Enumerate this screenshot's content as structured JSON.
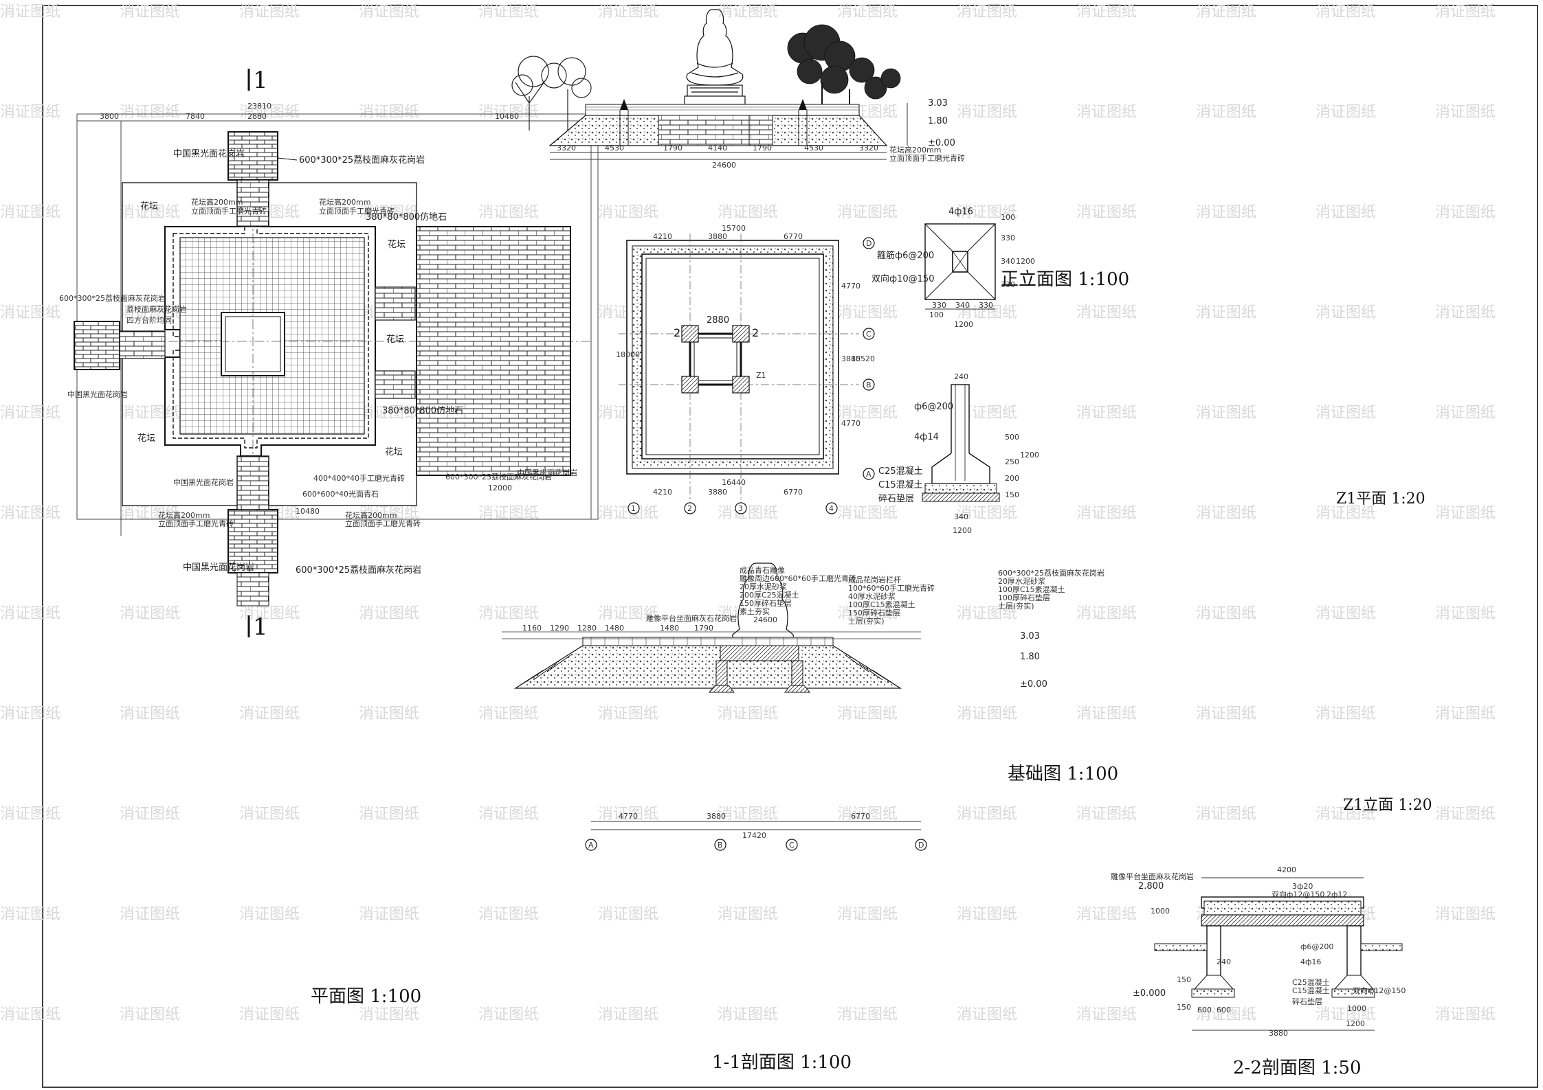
{
  "titles": {
    "plan": "平面图 1:100",
    "front_elevation": "正立面图 1:100",
    "foundation": "基础图 1:100",
    "z1_plan": "Z1平面 1:20",
    "z1_elevation": "Z1立面 1:20",
    "section_11": "1-1剖面图 1:100",
    "section_22": "2-2剖面图 1:50"
  },
  "section_marks": {
    "top": "1",
    "bottom": "1"
  },
  "watermark": "消证图纸",
  "plan": {
    "dims_top": [
      "23810",
      "3800",
      "7840",
      "2880",
      "10480"
    ],
    "dim_right": "12000",
    "dim_bottom": "10480",
    "labels": {
      "stone_top": "中国黑光面花岗岩",
      "paving_top": "600*300*25荔枝面麻灰花岗岩",
      "flower_bed_nw": "花坛",
      "flower_bed_ne": "花坛",
      "flower_bed_e": "花坛",
      "flower_bed_sw": "花坛",
      "flower_bed_se": "花坛",
      "edge_nw": "花坛高200mm",
      "edge_nw2": "立面顶面手工磨光青砖",
      "edge_ne": "花坛高200mm",
      "edge_ne2": "立面顶面手工磨光青砖",
      "stone_380_top": "380*80*800仿地石",
      "stone_380_bot": "380*80*800仿地石",
      "west_paving": "600*300*25荔枝面麻灰花岗岩",
      "west_litchi": "荔枝面麻灰花岗岩",
      "west_steps": "四方台阶均同",
      "west_black": "中国黑光面花岗岩",
      "paving_400": "400*400*40手工磨光青砖",
      "paving_600": "600*600*40光面青石",
      "black_bottom": "中国黑光面花岗岩",
      "east_paving": "600*300*25荔枝面麻灰花岗岩",
      "east_black": "中国黑光面花岗岩",
      "edge_sw": "花坛高200mm",
      "edge_sw2": "立面顶面手工磨光青砖",
      "edge_se": "花坛高200mm",
      "edge_se2": "立面顶面手工磨光青砖",
      "stone_bottom": "中国黑光面花岗岩",
      "paving_bottom": "600*300*25荔枝面麻灰花岗岩"
    }
  },
  "front_elevation": {
    "dims": [
      "3320",
      "4530",
      "1790",
      "4140",
      "1790",
      "4530",
      "3320"
    ],
    "dim_total": "24600",
    "levels": [
      "3.03",
      "1.80",
      "±0.00"
    ],
    "note1": "花坛高200mm",
    "note2": "立面顶面手工磨光青砖"
  },
  "foundation": {
    "dims_top": [
      "4210",
      "3880",
      "6770"
    ],
    "dim_top_total": "15700",
    "dims_bottom": [
      "4210",
      "3880",
      "6770"
    ],
    "dim_bottom_total": "16440",
    "dim_left": "18000",
    "dim_right": [
      "4770",
      "3880",
      "4770"
    ],
    "dim_right_total": "15520",
    "axes_col": [
      "1",
      "2",
      "3",
      "4"
    ],
    "axes_row": [
      "D",
      "C",
      "B",
      "A"
    ],
    "inner_dim": "2880",
    "cut_mark": "2",
    "col_label": "Z1"
  },
  "z1_plan": {
    "bars": "4ф16",
    "stirrup": "箍筋ф6@200",
    "two_way": "双向ф10@150",
    "dims_bottom": [
      "330",
      "340",
      "330"
    ],
    "dim_bottom_total": "1200",
    "dim_left": "100",
    "dims_right": [
      "100",
      "330",
      "340",
      "330"
    ],
    "dim_right_total": "1200"
  },
  "z1_elevation": {
    "top_dim": "240",
    "stirrup": "ф6@200",
    "bars": "4ф14",
    "c25": "C25混凝土",
    "c15": "C15混凝土",
    "gravel": "碎石垫层",
    "dims_right": [
      "500",
      "250",
      "200",
      "150"
    ],
    "dim_right_total": "1200",
    "dim_bottom": "340",
    "dim_bottom_total": "1200"
  },
  "section_11": {
    "dims": [
      "1160",
      "1290",
      "1280",
      "1480",
      "1480",
      "1790"
    ],
    "dim_total": "24600",
    "dims_bottom": [
      "4770",
      "3880",
      "6770"
    ],
    "dim_bottom_total": "17420",
    "axes": [
      "A",
      "B",
      "C",
      "D"
    ],
    "levels": [
      "3.03",
      "1.80",
      "±0.00"
    ],
    "top_note": "雕像平台坐面麻灰石花岗岩",
    "layers_left": [
      "成品青石雕像",
      "雕像周边600*60*60手工磨光青砖",
      "20厚水泥砂浆",
      "200厚C25混凝土",
      "150厚碎石垫层",
      "素土夯实"
    ],
    "layers_right": [
      "成品花岗岩栏杆",
      "100*60*60手工磨光青砖",
      "40厚水泥砂浆",
      "100厚C15素混凝土",
      "150厚碎石垫层",
      "土层(夯实)"
    ],
    "layers_far_right": [
      "600*300*25荔枝面麻灰花岗岩",
      "20厚水泥砂浆",
      "100厚C15素混凝土",
      "100厚碎石垫层",
      "土层(夯实)"
    ]
  },
  "section_22": {
    "top_note": "雕像平台坐面麻灰花岗岩",
    "dim_top": "4200",
    "level_top": "2.800",
    "level_bottom": "±0.000",
    "bars_top": "3ф20",
    "bars_top2": "2ф12",
    "two_way": "双向ф12@150",
    "stirrup": "ф6@200",
    "bars": "4ф16",
    "c25": "C25混凝土",
    "c15": "C15混凝土",
    "gravel": "碎石垫层",
    "two_way_bottom": "双向ф12@150",
    "dims_bottom": [
      "600",
      "600"
    ],
    "dim_bottom_right": "1000",
    "dim_bottom_right2": "1200",
    "dim_total": "3880",
    "dims_left": [
      "1000",
      "240",
      "150",
      "150"
    ]
  }
}
